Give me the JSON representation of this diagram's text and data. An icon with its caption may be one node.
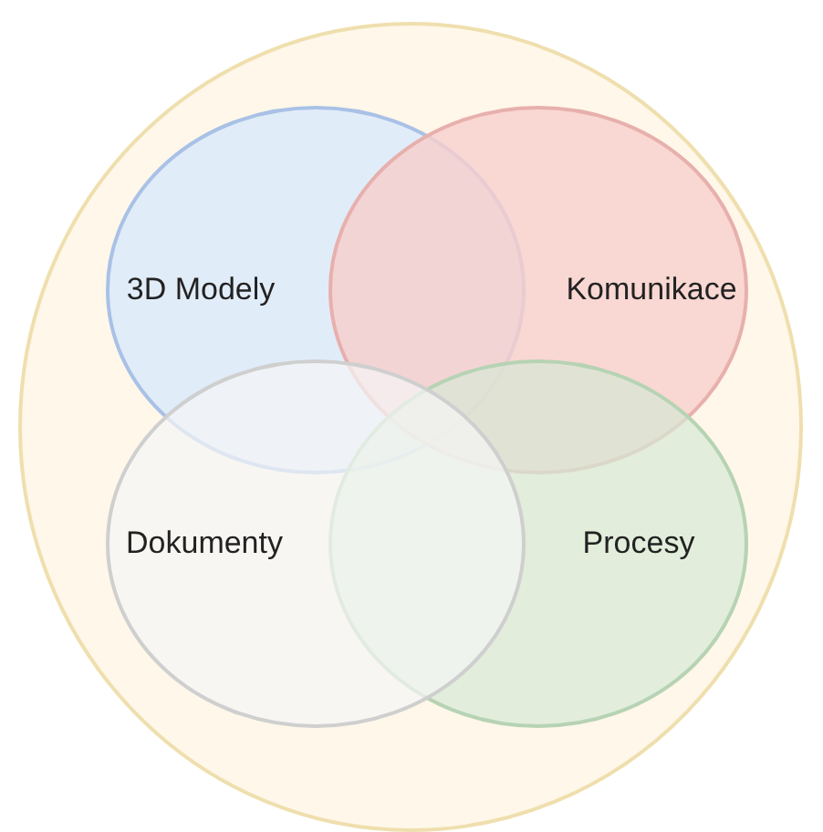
{
  "diagram": {
    "nodes": [
      {
        "text": [],
        "shape": "circle"
      },
      {
        "text": [
          "3D Modely"
        ],
        "in": 0
      },
      {
        "text": [
          "Komunikace"
        ],
        "in": 0
      },
      {
        "text": [
          "Dokumenty"
        ],
        "in": 0
      },
      {
        "text": [
          "Procesy"
        ],
        "in": 0
      }
    ]
  }
}
